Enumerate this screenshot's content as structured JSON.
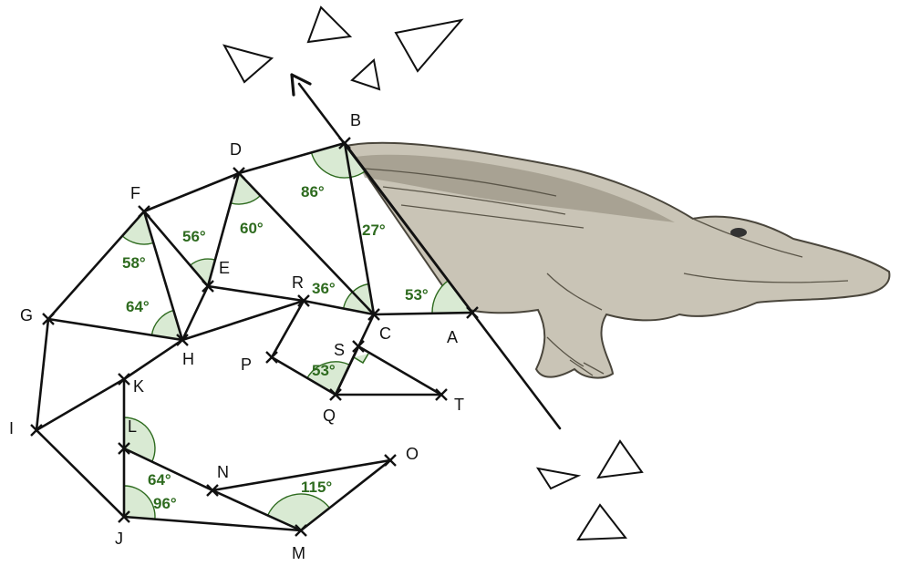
{
  "points": [
    {
      "label": "A"
    },
    {
      "label": "B"
    },
    {
      "label": "C"
    },
    {
      "label": "D"
    },
    {
      "label": "E"
    },
    {
      "label": "F"
    },
    {
      "label": "G"
    },
    {
      "label": "H"
    },
    {
      "label": "I"
    },
    {
      "label": "J"
    },
    {
      "label": "K"
    },
    {
      "label": "L"
    },
    {
      "label": "M"
    },
    {
      "label": "N"
    },
    {
      "label": "O"
    },
    {
      "label": "P"
    },
    {
      "label": "Q"
    },
    {
      "label": "R"
    },
    {
      "label": "S"
    },
    {
      "label": "T"
    }
  ],
  "angles": [
    {
      "id": "B-86",
      "label": "86°"
    },
    {
      "id": "B-27",
      "label": "27°"
    },
    {
      "id": "D-60",
      "label": "60°"
    },
    {
      "id": "E-56",
      "label": "56°"
    },
    {
      "id": "F-58",
      "label": "58°"
    },
    {
      "id": "H-64",
      "label": "64°"
    },
    {
      "id": "C-36",
      "label": "36°"
    },
    {
      "id": "A-53",
      "label": "53°"
    },
    {
      "id": "Q-53",
      "label": "53°"
    },
    {
      "id": "L-64",
      "label": "64°"
    },
    {
      "id": "J-96",
      "label": "96°"
    },
    {
      "id": "M-115",
      "label": "115°"
    }
  ],
  "colors": {
    "line": "#111111",
    "angle_text": "#2e6b1f",
    "angle_fill": "#d9ead3"
  },
  "decor": {
    "image": "crocodile-illustration",
    "arrow": "arrow-up-left"
  }
}
